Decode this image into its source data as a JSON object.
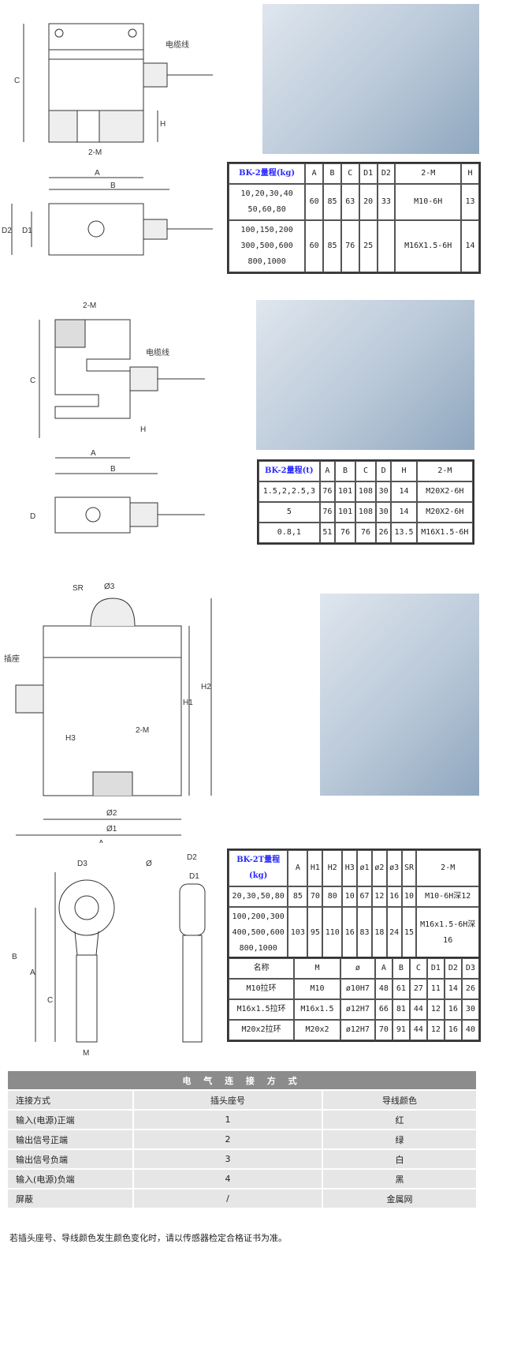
{
  "drawing1": {
    "labels": {
      "cable": "电缆线",
      "C": "C",
      "H": "H",
      "M": "2-M",
      "A": "A",
      "B": "B",
      "D2": "D2",
      "D1": "D1"
    }
  },
  "drawing2": {
    "labels": {
      "M": "2-M",
      "cable": "电缆线",
      "C": "C",
      "H": "H",
      "A": "A",
      "B": "B",
      "D": "D"
    }
  },
  "drawing3": {
    "labels": {
      "SR": "SR",
      "d3": "Ø3",
      "socket": "插座",
      "H1": "H1",
      "H2": "H2",
      "H3": "H3",
      "M": "2-M",
      "d2": "Ø2",
      "d1": "Ø1",
      "A": "A"
    }
  },
  "drawing4": {
    "labels": {
      "D3": "D3",
      "d": "Ø",
      "D2": "D2",
      "D1": "D1",
      "B": "B",
      "A": "A",
      "C": "C",
      "M": "M"
    }
  },
  "table1": {
    "headers": [
      "BK-2量程(kg)",
      "A",
      "B",
      "C",
      "D1",
      "D2",
      "2-M",
      "H"
    ],
    "rows": [
      [
        "10,20,30,40\n50,60,80",
        "60",
        "85",
        "63",
        "20",
        "33",
        "M10-6H",
        "13"
      ],
      [
        "100,150,200\n300,500,600\n800,1000",
        "60",
        "85",
        "76",
        "25",
        "",
        "M16X1.5-6H",
        "14"
      ]
    ]
  },
  "table2": {
    "headers": [
      "BK-2量程(t)",
      "A",
      "B",
      "C",
      "D",
      "H",
      "2-M"
    ],
    "rows": [
      [
        "1.5,2,2.5,3",
        "76",
        "101",
        "108",
        "30",
        "14",
        "M20X2-6H"
      ],
      [
        "5",
        "76",
        "101",
        "108",
        "30",
        "14",
        "M20X2-6H"
      ],
      [
        "0.8,1",
        "51",
        "76",
        "76",
        "26",
        "13.5",
        "M16X1.5-6H"
      ]
    ]
  },
  "table3": {
    "headers": [
      "BK-2T量程\n(kg)",
      "A",
      "H1",
      "H2",
      "H3",
      "ø1",
      "ø2",
      "ø3",
      "SR",
      "2-M"
    ],
    "rows": [
      [
        "20,30,50,80",
        "85",
        "70",
        "80",
        "10",
        "67",
        "12",
        "16",
        "10",
        "M10-6H深12"
      ],
      [
        "100,200,300\n400,500,600\n800,1000",
        "103",
        "95",
        "110",
        "16",
        "83",
        "18",
        "24",
        "15",
        "M16x1.5-6H深\n16"
      ]
    ]
  },
  "table4": {
    "headers": [
      "名称",
      "M",
      "ø",
      "A",
      "B",
      "C",
      "D1",
      "D2",
      "D3"
    ],
    "rows": [
      [
        "M10拉环",
        "M10",
        "ø10H7",
        "48",
        "61",
        "27",
        "11",
        "14",
        "26"
      ],
      [
        "M16x1.5拉环",
        "M16x1.5",
        "ø12H7",
        "66",
        "81",
        "44",
        "12",
        "16",
        "30"
      ],
      [
        "M20x2拉环",
        "M20x2",
        "ø12H7",
        "70",
        "91",
        "44",
        "12",
        "16",
        "40"
      ]
    ]
  },
  "electrical": {
    "title": "电 气 连 接 方 式",
    "headers": [
      "连接方式",
      "插头座号",
      "导线颜色"
    ],
    "rows": [
      [
        "输入(电源)正端",
        "1",
        "红"
      ],
      [
        "输出信号正端",
        "2",
        "绿"
      ],
      [
        "输出信号负端",
        "3",
        "白"
      ],
      [
        "输入(电源)负端",
        "4",
        "黑"
      ],
      [
        "屏蔽",
        "/",
        "金属网"
      ]
    ],
    "note": "若插头座号、导线颜色发生颜色变化时，请以传感器检定合格证书为准。"
  }
}
